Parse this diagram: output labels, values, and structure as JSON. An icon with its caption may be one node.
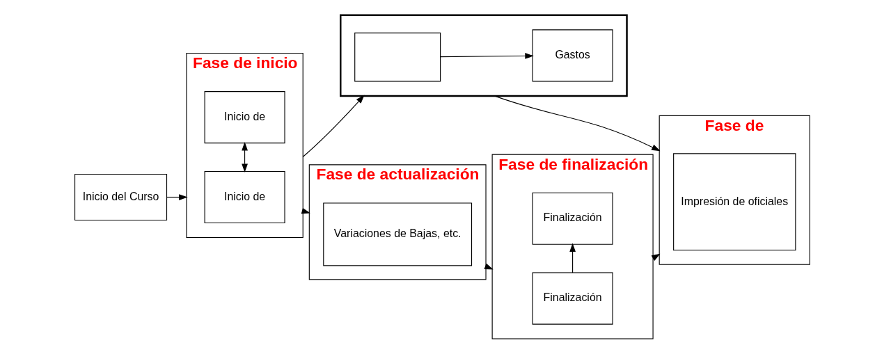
{
  "diagram": {
    "nodes": [
      {
        "text": [
          "Inicio del Curso"
        ]
      },
      {
        "text": [
          "Fase de inicio"
        ]
      },
      {
        "text": [
          "Inicio de"
        ],
        "in": 1
      },
      {
        "text": [
          "Inicio de"
        ],
        "in": 1
      },
      {
        "text": [
          "Fase de actualización"
        ]
      },
      {
        "text": [
          "Variaciones de Bajas, etc."
        ],
        "in": 4
      },
      {
        "text": [],
        "shape": "box"
      },
      {
        "text": [],
        "shape": "box",
        "in": 6
      },
      {
        "text": [
          "Gastos"
        ],
        "in": 6
      },
      {
        "text": [
          "Fase de finalización"
        ]
      },
      {
        "text": [
          "Finalización"
        ],
        "in": 9
      },
      {
        "text": [
          "Finalización"
        ],
        "in": 9
      },
      {
        "text": [
          "Fase de"
        ]
      },
      {
        "text": [
          "Impresión de oficiales"
        ],
        "in": 12
      }
    ],
    "edges": [
      {
        "from": 0,
        "to": 1,
        "arrow": "to"
      },
      {
        "from": 2,
        "to": 3,
        "arrow": "both"
      },
      {
        "from": 1,
        "to": 4,
        "arrow": "to"
      },
      {
        "from": 1,
        "to": 6,
        "arrow": "to"
      },
      {
        "from": 7,
        "to": 8,
        "arrow": "to"
      },
      {
        "from": 4,
        "to": 9,
        "arrow": "to"
      },
      {
        "from": 10,
        "to": 11,
        "arrow": "to"
      },
      {
        "from": 9,
        "to": 12,
        "arrow": "to"
      },
      {
        "from": 6,
        "to": 12,
        "arrow": "to"
      }
    ]
  }
}
